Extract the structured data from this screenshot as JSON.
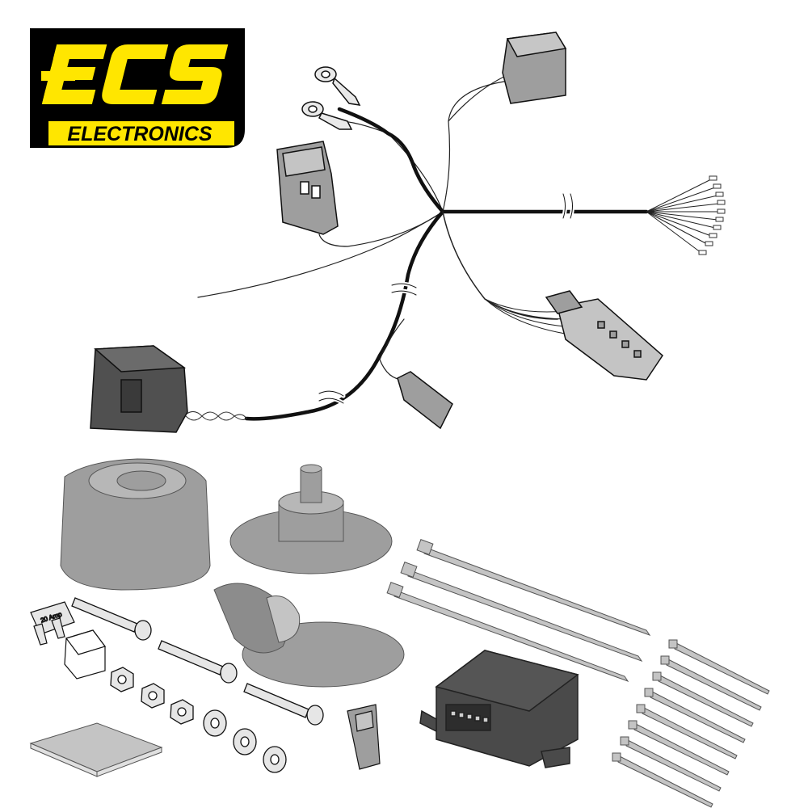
{
  "logo": {
    "brand": "ECS",
    "subtitle": "ELECTRONICS",
    "colors": {
      "background": "#000000",
      "accent": "#ffe600",
      "subtitle_text": "#000000"
    }
  },
  "kit": {
    "fuse_label": "20 Amp",
    "colors": {
      "part_fill": "#9d9d9d",
      "part_dark": "#505050",
      "part_light": "#c8c8c8",
      "outline": "#1a1a1a",
      "cable": "#111111"
    }
  }
}
